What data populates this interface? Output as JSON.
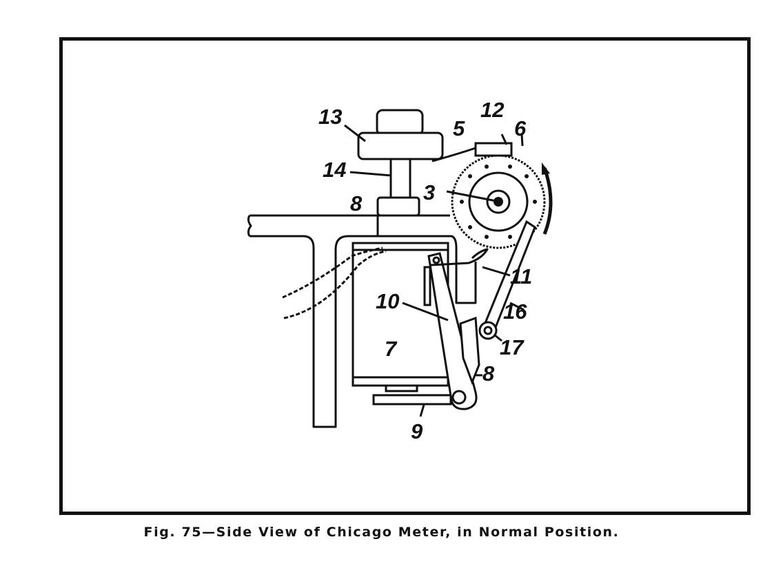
{
  "figure": {
    "caption": "Fig. 75—Side View of Chicago Meter, in Normal Position.",
    "labels": {
      "l13": "13",
      "l12": "12",
      "l5": "5",
      "l6": "6",
      "l14": "14",
      "l3": "3",
      "l8a": "8",
      "l11": "11",
      "l10": "10",
      "l16": "16",
      "l7": "7",
      "l17": "17",
      "l8b": "8",
      "l9": "9"
    }
  }
}
